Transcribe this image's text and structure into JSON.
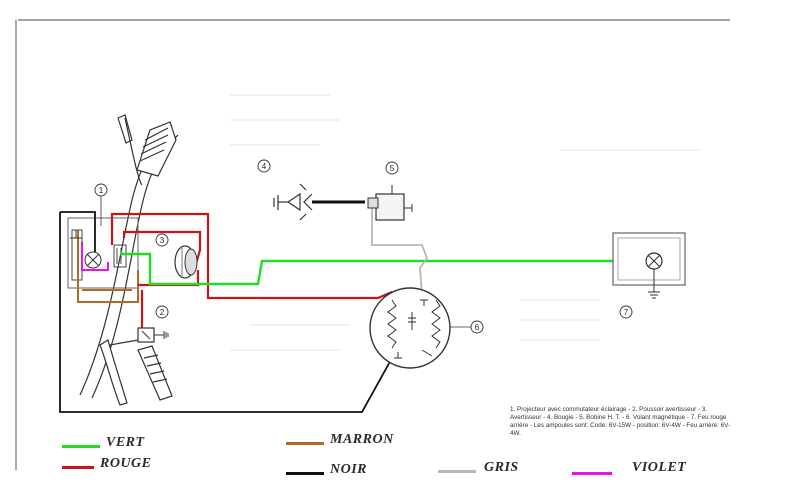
{
  "diagram": {
    "component_numbers": [
      "1",
      "2",
      "3",
      "4",
      "5",
      "6",
      "7"
    ],
    "caption": "1. Projecteur avec commutateur éclairage - 2. Poussoir avertisseur - 3. Avertisseur - 4. Bougie - 5. Bobine H. T. - 6. Volant magnétique - 7. Feu rouge arrière - Les ampoules sont: Code: 6V-15W - position: 6V-4W - Feu arrière: 6V-4W.",
    "wire_colors": {
      "vert": "#22dd22",
      "rouge": "#c4161c",
      "marron": "#b06a28",
      "noir": "#111111",
      "gris": "#b8b8b8",
      "violet": "#ee11ee"
    }
  },
  "legend": {
    "vert": "VERT",
    "rouge": "ROUGE",
    "marron": "MARRON",
    "noir": "NOIR",
    "gris": "GRIS",
    "violet": "VIOLET"
  }
}
